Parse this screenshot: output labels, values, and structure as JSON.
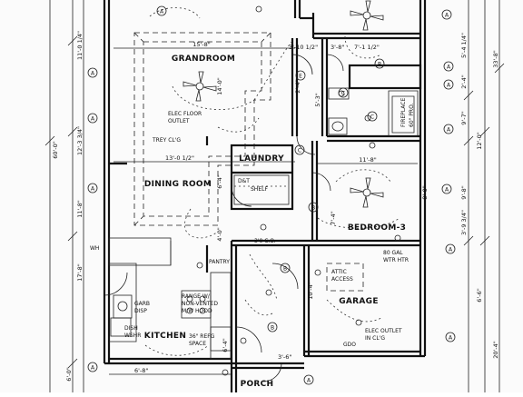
{
  "rooms": {
    "grandroom": "GRANDROOM",
    "dining": "DINING ROOM",
    "laundry": "LAUNDRY",
    "bedroom3": "BEDROOM-3",
    "garage": "GARAGE",
    "kitchen": "KITCHEN",
    "porch": "PORCH"
  },
  "labels": {
    "elec_floor_outlet_1": "ELEC FLOOR",
    "elec_floor_outlet_2": "OUTLET",
    "trey_clg": "TREY CL'G",
    "shelf_1": "D&T",
    "shelf_2": "SHELF",
    "fireplace_1": "FIREPLACE",
    "fireplace_2": "60\" PRO.",
    "wtr_htr_1": "80 GAL",
    "wtr_htr_2": "WTR HTR",
    "attic_1": "ATTIC",
    "attic_2": "ACCESS",
    "pantry": "PANTRY",
    "range_1": "RANGE W/",
    "range_2": "NON-VENTED",
    "range_3": "M/W HOOD",
    "garb_1": "GARB",
    "garb_2": "DISP",
    "dish_1": "DISH",
    "dish_2": "WSHR",
    "refg_1": "36\" REFG",
    "refg_2": "SPACE",
    "elec_clg_1": "ELEC OUTLET",
    "elec_clg_2": "IN CL'G",
    "gdo": "GDO",
    "co": "3'0 C.O.",
    "wh": "WH"
  },
  "dimensions": {
    "grand_width": "15'-8\"",
    "dining_width": "13'-0 1/2\"",
    "bed3_width": "11'-8\"",
    "top_a": "3'-10 1/2\"",
    "top_b": "3'-8\"",
    "top_c": "7'-1 1/2\"",
    "porch_a": "6'-8\"",
    "porch_b": "3'-6\"",
    "v_6_4a": "6'-4\"",
    "v_6_4b": "6'-4\"",
    "v_7_4": "7'-4\"",
    "v_4_0": "4'-0\"",
    "v_14_0": "14'-0\"",
    "v_10_4": "10'-4\"",
    "v_2_4": "2'-4\"",
    "v_5_3": "5'-3\"",
    "v_8_0": "8'-0\"",
    "left_11_0": "11'-0 1/4\"",
    "left_12_3": "12'-3 3/4\"",
    "left_11_8": "11'-8\"",
    "left_17_8": "17'-8\"",
    "left_6_0": "6'-0\"",
    "left_60_0": "60'-0\"",
    "right_5_4": "5'-4 1/4\"",
    "right_33_8": "33'-8\"",
    "right_9_7": "9'-7\"",
    "right_9_8": "9'-8\"",
    "right_3_9": "3'-9 3/4\"",
    "right_12_0": "12'-0\"",
    "right_6_6": "6'-6\"",
    "right_20_4": "20'-4\"",
    "right_2_4": "2'-4\""
  },
  "grid_markers": [
    "A",
    "A",
    "A",
    "A",
    "A",
    "A",
    "A",
    "A",
    "A",
    "A",
    "A",
    "A",
    "A"
  ],
  "door_tags": [
    "B",
    "B",
    "B",
    "C",
    "C",
    "C",
    "E",
    "B"
  ]
}
